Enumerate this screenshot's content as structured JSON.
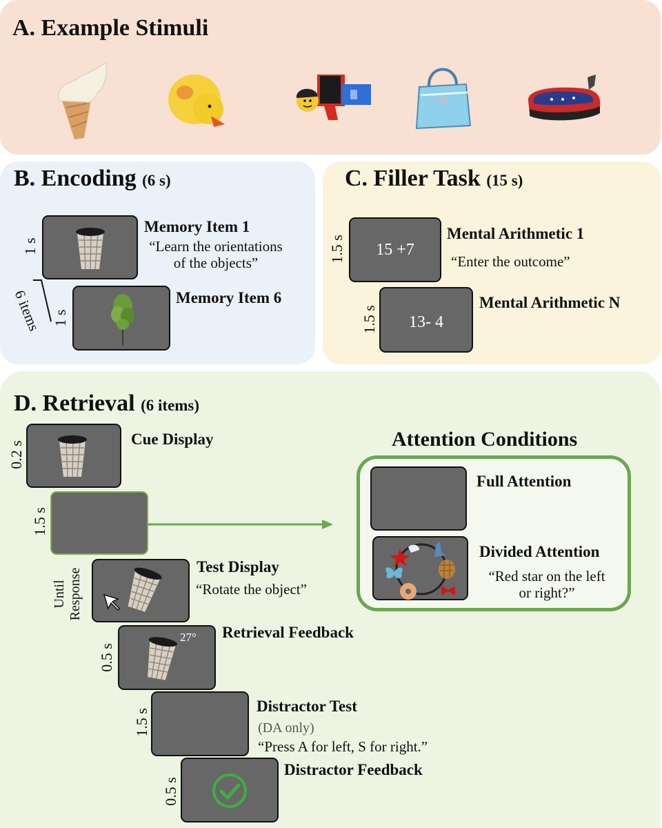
{
  "panels": {
    "a": {
      "title": "A. Example Stimuli"
    },
    "b": {
      "title": "B. Encoding",
      "subtitle": "(6 s)",
      "memory_item_1": "Memory Item 1",
      "instruction_line1": "“Learn the orientations",
      "instruction_line2": "of the objects”",
      "memory_item_6": "Memory Item 6",
      "time_1": "1 s",
      "time_2": "1 s",
      "items_note": "6 items"
    },
    "c": {
      "title": "C. Filler Task",
      "subtitle": "(15 s)",
      "arith_1": "Mental Arithmetic 1",
      "arith_1_prompt": "“Enter the outcome”",
      "arith_n": "Mental Arithmetic N",
      "problem_1": "15 +7",
      "problem_n": "13- 4",
      "time_1": "1.5 s",
      "time_2": "1.5 s"
    },
    "d": {
      "title": "D. Retrieval",
      "subtitle": "(6 items)",
      "cue_display": "Cue Display",
      "test_display": "Test Display",
      "test_prompt": "“Rotate the object”",
      "retrieval_feedback": "Retrieval Feedback",
      "feedback_angle": "27°",
      "distractor_test": "Distractor Test",
      "da_only": "(DA only)",
      "distractor_prompt": "“Press A for left, S for right.”",
      "distractor_feedback": "Distractor Feedback",
      "time_cue": "0.2 s",
      "time_blank": "1.5 s",
      "time_until": "Until",
      "time_response": "Response",
      "time_feedback": "0.5 s",
      "time_distractor": "1.5 s",
      "time_distractor_fb": "0.5 s",
      "attention": {
        "title": "Attention Conditions",
        "full": "Full Attention",
        "divided": "Divided Attention",
        "divided_prompt_line1": "“Red star on the left",
        "divided_prompt_line2": "or right?”"
      }
    }
  },
  "colors": {
    "panel_a_bg": "#f8e0d2",
    "panel_b_bg": "#ebf1f9",
    "panel_c_bg": "#fbf3dc",
    "panel_d_bg": "#edf4e2",
    "screen_gray": "#676767",
    "accent_green": "#6aa84f"
  },
  "icons": [
    "ice-cream-icon",
    "rubber-duck-icon",
    "lego-figure-icon",
    "handbag-icon",
    "bumper-car-icon",
    "coffee-cup-icon",
    "tree-icon",
    "cursor-icon",
    "checkmark-icon",
    "star-icon",
    "butterfly-icon",
    "donut-icon",
    "bow-icon"
  ]
}
